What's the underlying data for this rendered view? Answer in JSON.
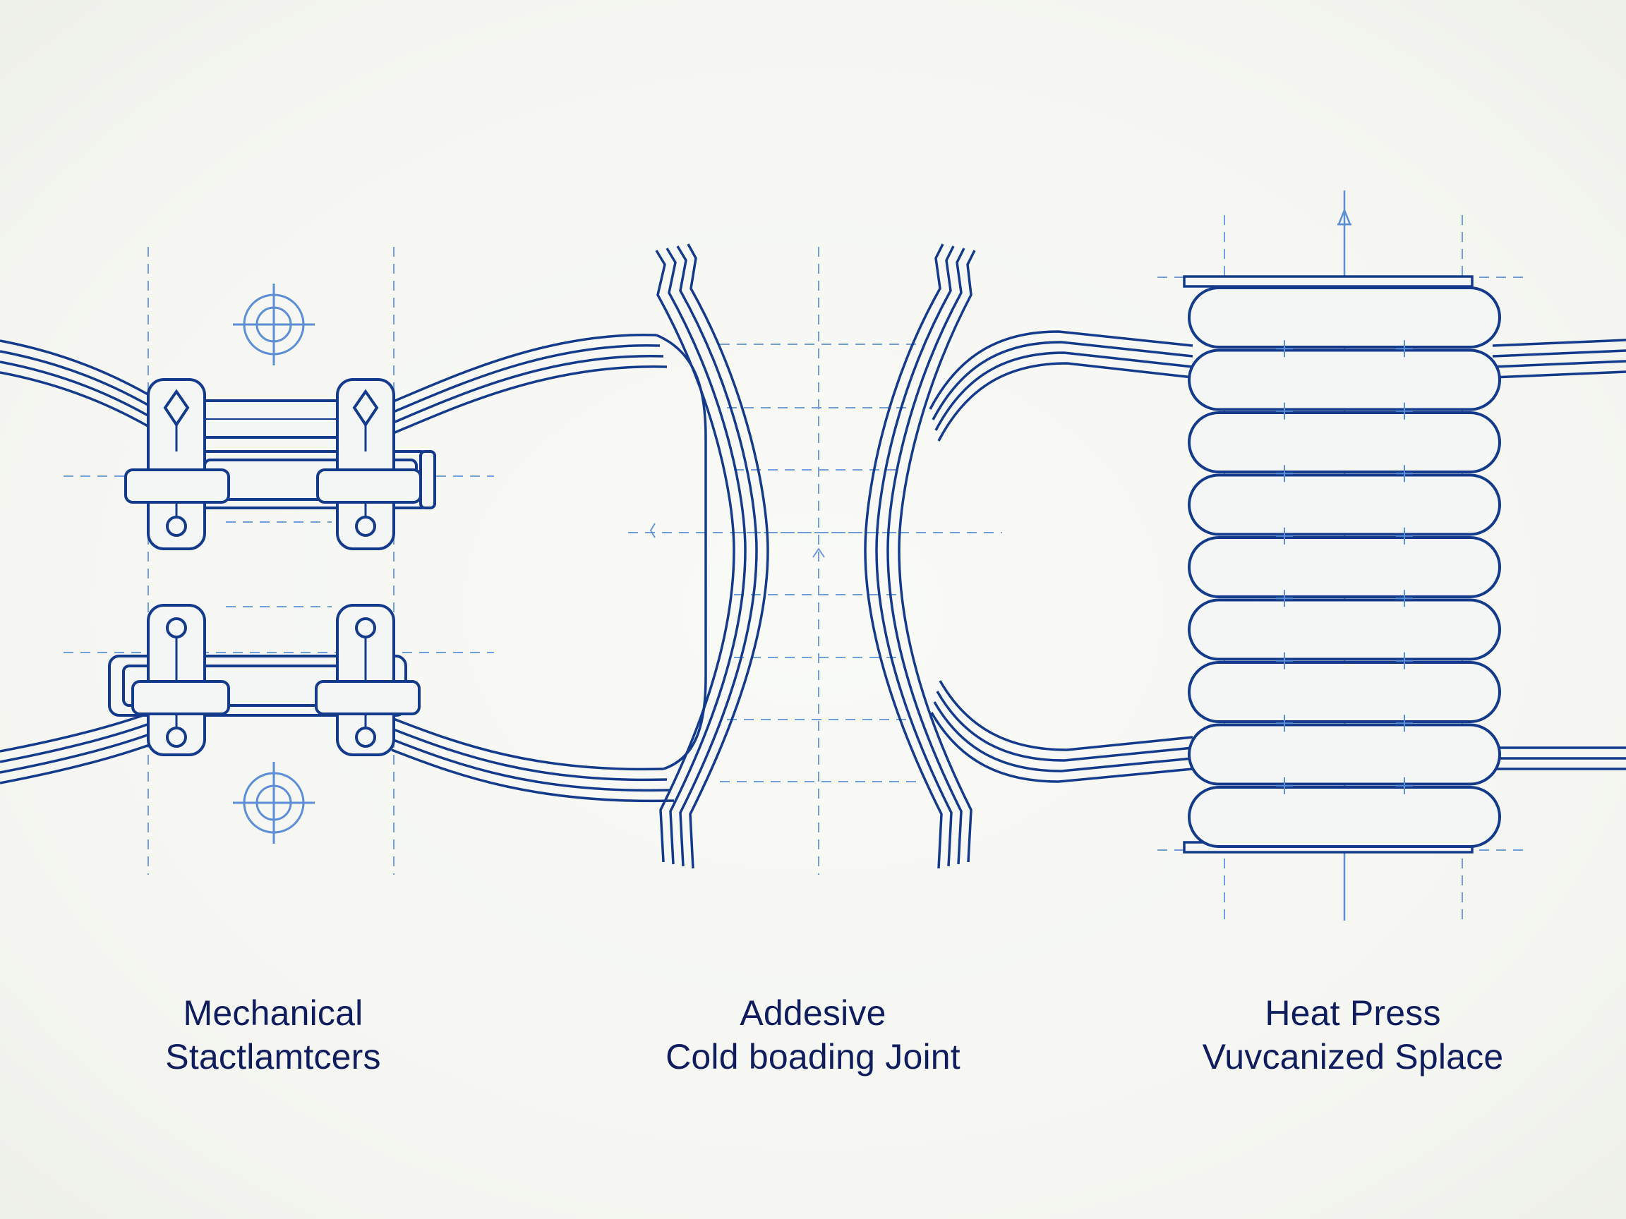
{
  "palette": {
    "ink": "#143a8c",
    "ink_light": "#5b8ed6",
    "caption": "#0f1d5e",
    "background": "#f7f8f4"
  },
  "panels": [
    {
      "id": "mechanical",
      "caption_line1": "Mechanical",
      "caption_line2": "Stactlamtcers"
    },
    {
      "id": "adhesive",
      "caption_line1": "Addesive",
      "caption_line2": "Cold boading Joint"
    },
    {
      "id": "heat-press",
      "caption_line1": "Heat Press",
      "caption_line2": "Vuvcanized Splace"
    }
  ]
}
